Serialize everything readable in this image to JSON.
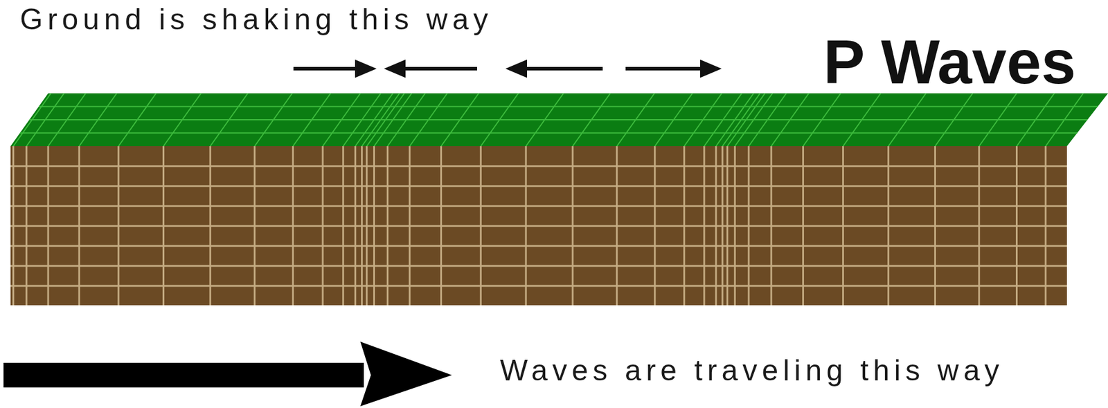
{
  "diagram": {
    "title": "P Waves",
    "labels": [
      "Ground is shaking this way",
      "Waves are traveling this way"
    ]
  }
}
